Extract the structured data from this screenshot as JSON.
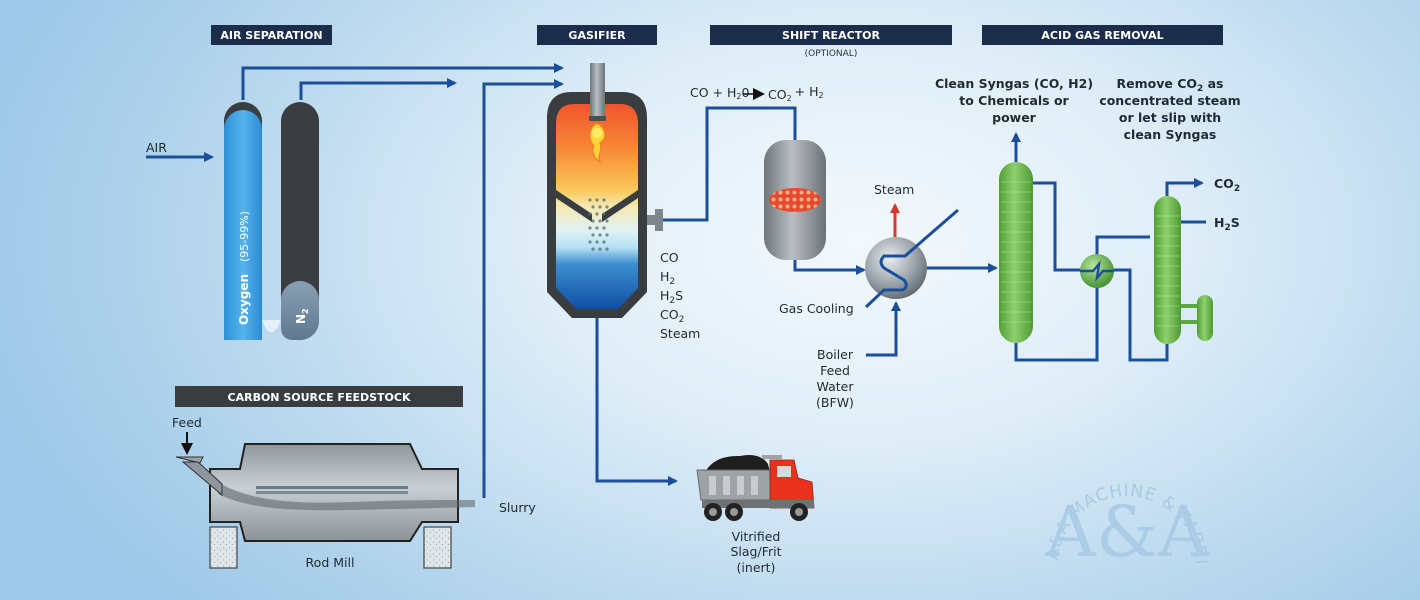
{
  "headers": {
    "air_separation": "AIR SEPARATION",
    "gasifier": "GASIFIER",
    "shift_reactor": "SHIFT REACTOR",
    "shift_reactor_note": "(OPTIONAL)",
    "acid_gas_removal": "ACID GAS REMOVAL",
    "carbon_source": "CARBON SOURCE FEEDSTOCK"
  },
  "air_separation": {
    "air_label": "AIR",
    "oxygen_label": "Oxygen",
    "oxygen_purity": "(95-99%)",
    "nitrogen_label": "N",
    "nitrogen_sub": "2"
  },
  "gasifier": {
    "outputs": [
      "CO",
      "H2",
      "H2S",
      "CO2",
      "Steam"
    ],
    "out_co": "CO",
    "out_h2": "H",
    "out_h2_sub": "2",
    "out_h2s": "H",
    "out_h2s_sub": "2",
    "out_h2s_end": "S",
    "out_co2": "CO",
    "out_co2_sub": "2",
    "out_steam": "Steam"
  },
  "shift_reactor": {
    "reaction_lhs": "CO + H",
    "reaction_lhs_sub": "2",
    "reaction_lhs_end": "0",
    "reaction_rhs_co": "CO",
    "reaction_rhs_co_sub": "2",
    "reaction_rhs_plus": "+ H",
    "reaction_rhs_h_sub": "2"
  },
  "gas_cooling": {
    "steam_label": "Steam",
    "gas_cooling_label": "Gas Cooling",
    "bfw_lines": [
      "Boiler",
      "Feed",
      "Water",
      "(BFW)"
    ]
  },
  "acid_gas": {
    "clean_syngas_lines": [
      "Clean Syngas (CO, H2)",
      "to Chemicals or",
      "power"
    ],
    "remove_co2_line1_pre": "Remove CO",
    "remove_co2_line1_sub": "2",
    "remove_co2_line1_post": " as",
    "remove_co2_lines": [
      "concentrated steam",
      "or let slip with",
      "clean Syngas"
    ],
    "co2_out": "CO",
    "co2_out_sub": "2",
    "h2s_out": "H",
    "h2s_out_sub": "2",
    "h2s_out_end": "S"
  },
  "feedstock": {
    "feed_label": "Feed",
    "rod_mill_label": "Rod Mill",
    "slurry_label": "Slurry"
  },
  "slag": {
    "lines": [
      "Vitrified",
      "Slag/Frit",
      "(inert)"
    ]
  },
  "watermark": {
    "arc_text": "A&A MACHINE & FABRICATION LLC",
    "monogram": "A&A"
  },
  "colors": {
    "header_bg": "#1b2d4a",
    "header_dark_bg": "#3a3d40",
    "flow_line": "#1b4f9c",
    "steam_arrow": "#d8392b",
    "oxygen": "#3fa3e3",
    "nitrogen": "#3a3d40",
    "column_green": "#6dbb4e",
    "truck_red": "#e8321e"
  }
}
